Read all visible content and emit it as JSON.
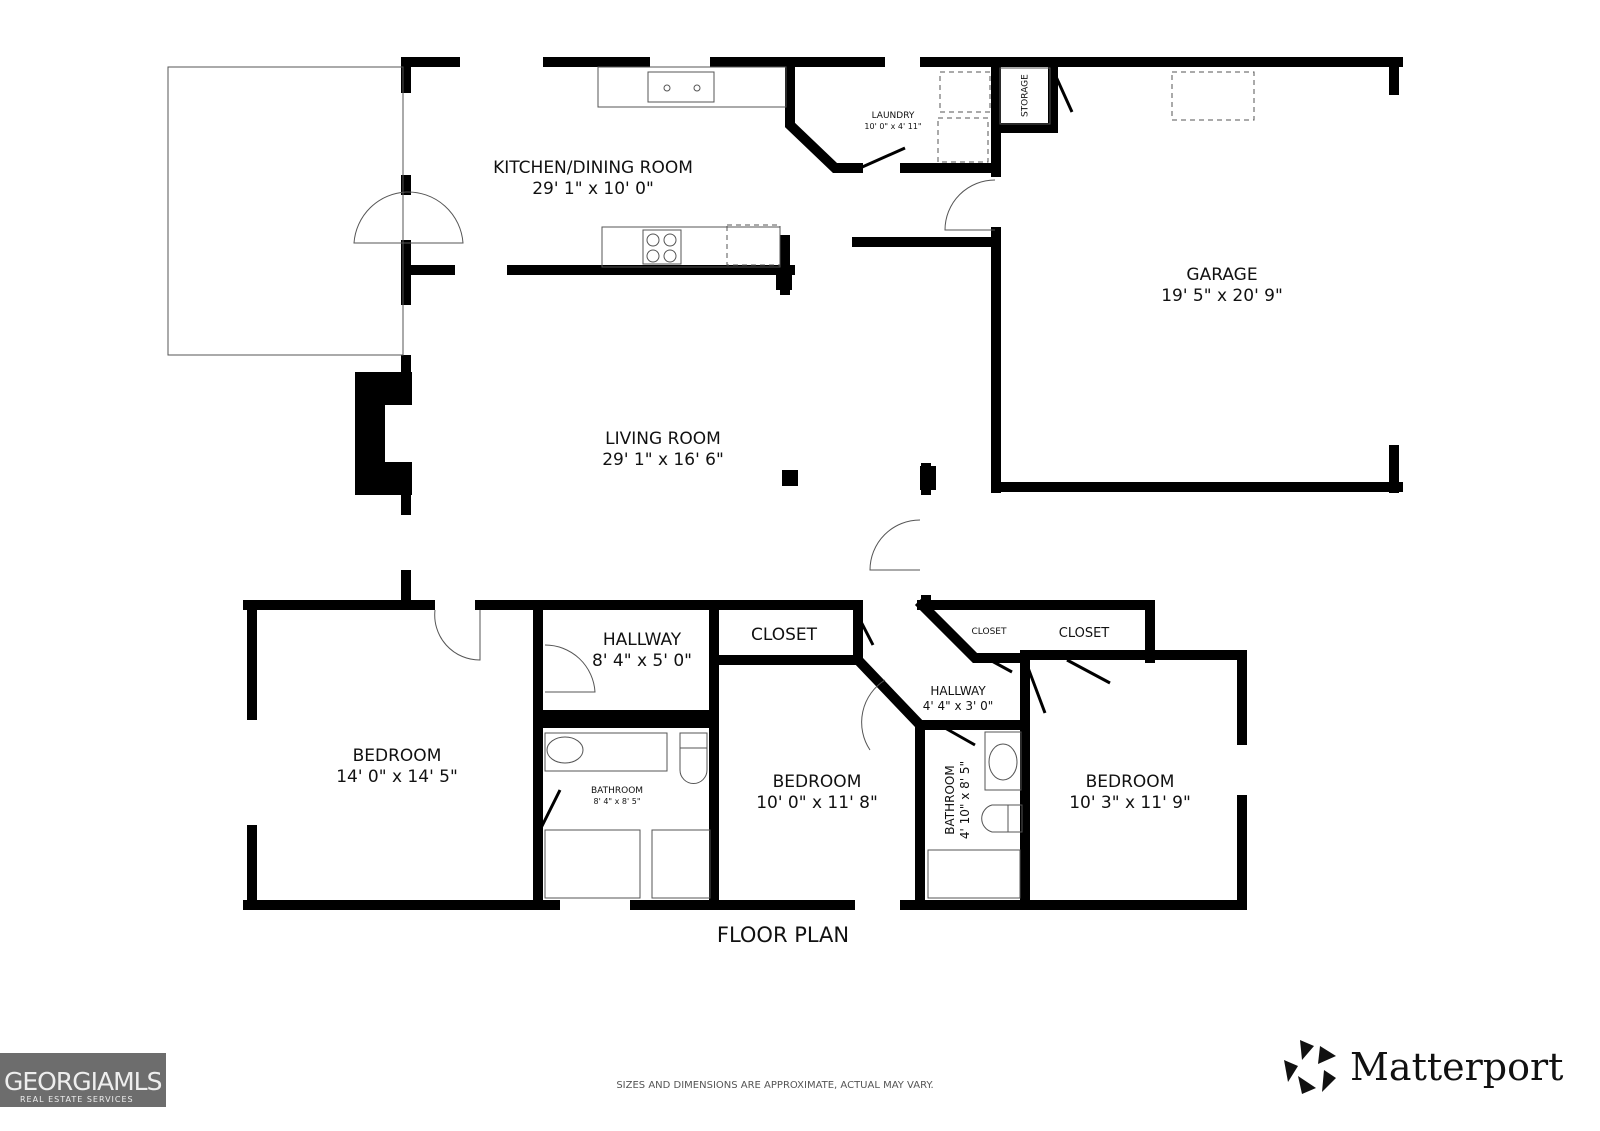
{
  "rooms": {
    "kitchen": {
      "name": "KITCHEN/DINING ROOM",
      "dims": "29' 1\" x 10' 0\""
    },
    "laundry": {
      "name": "LAUNDRY",
      "dims": "10' 0\" x 4' 11\""
    },
    "storage": {
      "name": "STORAGE"
    },
    "garage": {
      "name": "GARAGE",
      "dims": "19' 5\" x 20' 9\""
    },
    "living": {
      "name": "LIVING ROOM",
      "dims": "29' 1\" x 16' 6\""
    },
    "hallway1": {
      "name": "HALLWAY",
      "dims": "8' 4\" x 5' 0\""
    },
    "closet1": {
      "name": "CLOSET"
    },
    "closet2": {
      "name": "CLOSET"
    },
    "closet3": {
      "name": "CLOSET"
    },
    "hallway2": {
      "name": "HALLWAY",
      "dims": "4' 4\" x 3' 0\""
    },
    "bedroom1": {
      "name": "BEDROOM",
      "dims": "14' 0\" x 14' 5\""
    },
    "bathroom1": {
      "name": "BATHROOM",
      "dims": "8' 4\" x 8' 5\""
    },
    "bedroom2": {
      "name": "BEDROOM",
      "dims": "10' 0\" x 11' 8\""
    },
    "bathroom2": {
      "name": "BATHROOM",
      "dims": "4' 10\" x 8' 5\""
    },
    "bedroom3": {
      "name": "BEDROOM",
      "dims": "10' 3\" x 11' 9\""
    }
  },
  "title": "FLOOR PLAN",
  "disclaimer": "SIZES AND DIMENSIONS ARE APPROXIMATE, ACTUAL MAY VARY.",
  "logos": {
    "georgia_mls": "GEORGIAMLS",
    "georgia_mls_sub": "REAL ESTATE SERVICES",
    "matterport": "Matterport"
  }
}
